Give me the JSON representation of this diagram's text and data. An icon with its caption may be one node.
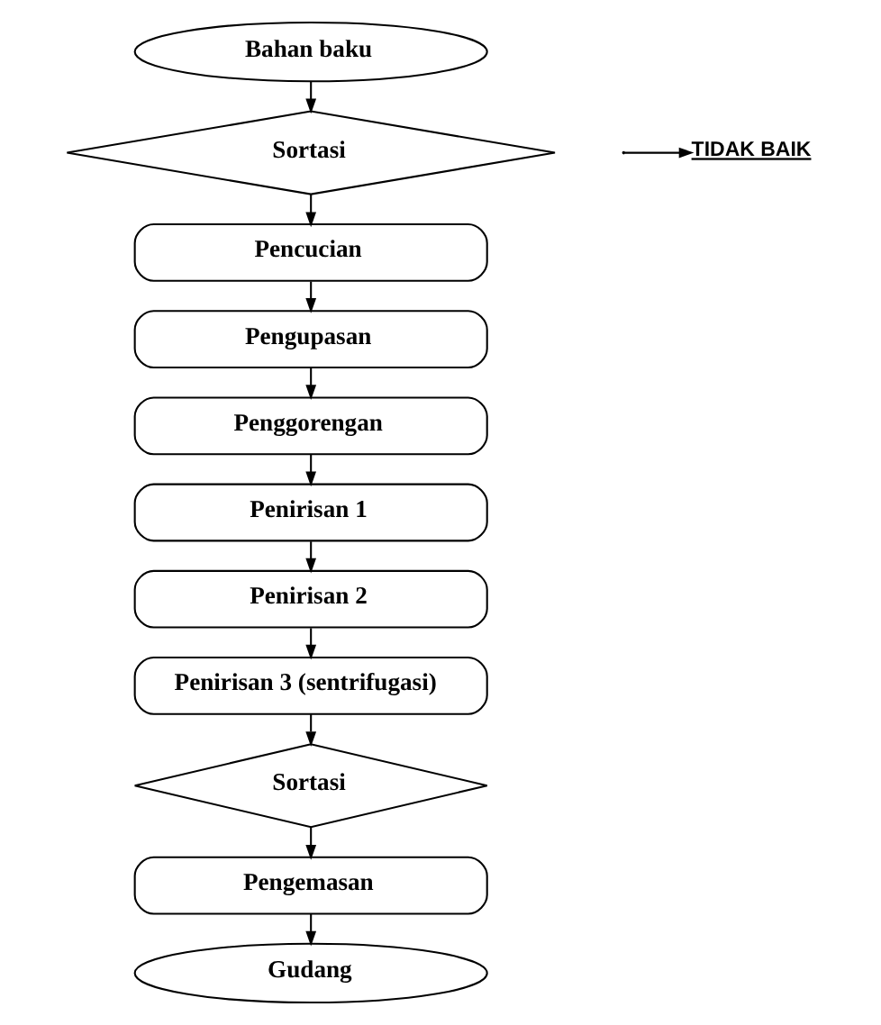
{
  "diagram": {
    "nodes": [
      {
        "text": [
          "Bahan baku"
        ]
      },
      {
        "text": [
          "Sortasi"
        ]
      },
      {
        "text": [
          "Pencucian"
        ]
      },
      {
        "text": [
          "Pengupasan"
        ]
      },
      {
        "text": [
          "Penggorengan"
        ]
      },
      {
        "text": [
          "Penirisan 1"
        ]
      },
      {
        "text": [
          "Penirisan 2"
        ]
      },
      {
        "text": [
          "Penirisan 3 (sentrifugasi)"
        ]
      },
      {
        "text": [
          "Sortasi"
        ]
      },
      {
        "text": [
          "Pengemasan"
        ]
      },
      {
        "text": [
          "Gudang"
        ]
      },
      {
        "text": [
          "TIDAK BAIK"
        ]
      }
    ],
    "edges": [
      {
        "from": 0,
        "to": 1,
        "arrow": "to"
      },
      {
        "from": 1,
        "to": 2,
        "arrow": "to"
      },
      {
        "from": 2,
        "to": 3,
        "arrow": "to"
      },
      {
        "from": 3,
        "to": 4,
        "arrow": "to"
      },
      {
        "from": 4,
        "to": 5,
        "arrow": "to"
      },
      {
        "from": 5,
        "to": 6,
        "arrow": "to"
      },
      {
        "from": 6,
        "to": 7,
        "arrow": "to"
      },
      {
        "from": 7,
        "to": 8,
        "arrow": "to"
      },
      {
        "from": 8,
        "to": 9,
        "arrow": "to"
      },
      {
        "from": 9,
        "to": 10,
        "arrow": "to"
      },
      {
        "from": null,
        "to": 11,
        "arrow": "to"
      }
    ]
  }
}
